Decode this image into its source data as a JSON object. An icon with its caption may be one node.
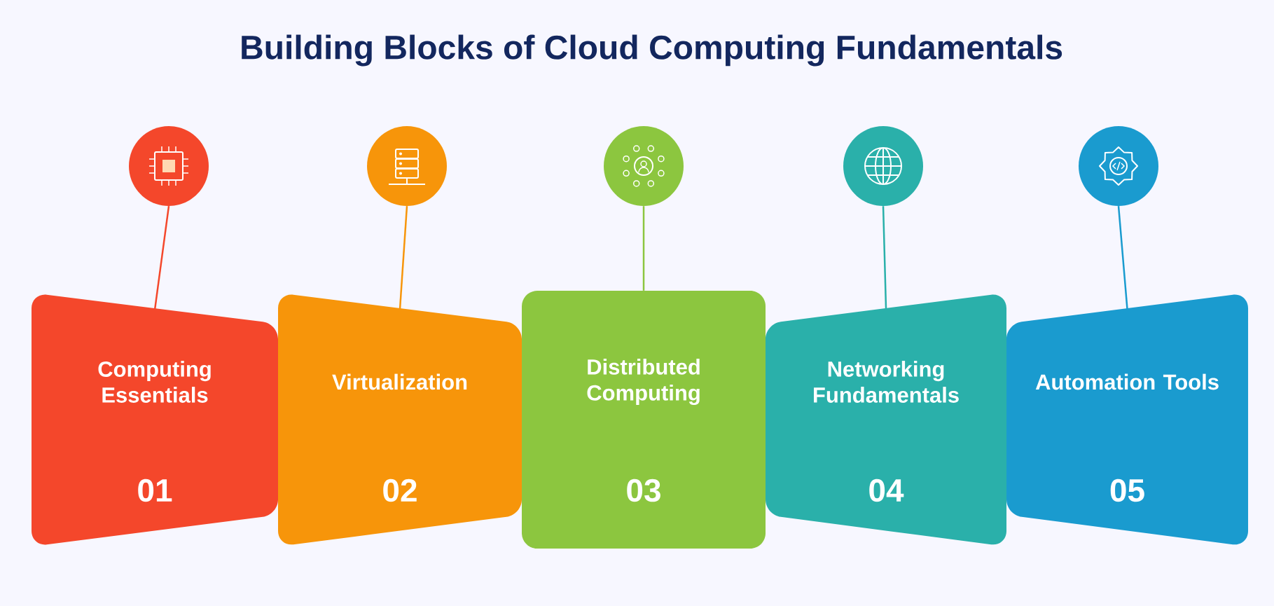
{
  "diagram": {
    "title": "Building Blocks of Cloud Computing Fundamentals",
    "nodes": [
      {
        "text": [],
        "shape": "circle"
      },
      {
        "text": [],
        "shape": "circle"
      },
      {
        "text": [],
        "shape": "circle"
      },
      {
        "text": [],
        "shape": "circle"
      },
      {
        "text": [],
        "shape": "circle"
      },
      {
        "text": [
          "Computing Essentials",
          "01"
        ]
      },
      {
        "text": [
          "Virtualization",
          "02"
        ]
      },
      {
        "text": [
          "Distributed Computing",
          "03"
        ]
      },
      {
        "text": [
          "Networking Fundamentals",
          "04"
        ]
      },
      {
        "text": [
          "Automation Tools",
          "05"
        ]
      }
    ],
    "edges": [
      {
        "from": 0,
        "to": 5,
        "arrow": "none",
        "color": "#f4472b"
      },
      {
        "from": 1,
        "to": 6,
        "arrow": "none",
        "color": "#f7950a"
      },
      {
        "from": 2,
        "to": 7,
        "arrow": "none",
        "color": "#8cc63f"
      },
      {
        "from": 3,
        "to": 8,
        "arrow": "none",
        "color": "#2ab0aa"
      },
      {
        "from": 4,
        "to": 9,
        "arrow": "none",
        "color": "#1a9bcf"
      }
    ]
  }
}
